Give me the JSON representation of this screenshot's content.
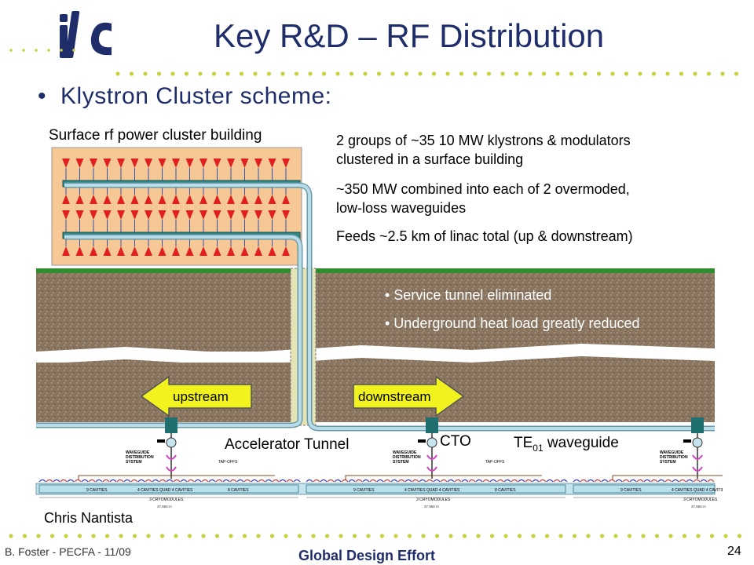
{
  "slide": {
    "title": "Key R&D – RF Distribution",
    "bullet": "Klystron Cluster scheme:",
    "bullet_marker": "•",
    "logo_text": "ilc"
  },
  "diagram": {
    "building_label": "Surface rf power cluster building",
    "notes": [
      "2 groups of ~35 10 MW klystrons & modulators",
      "clustered in a surface building",
      "~350 MW combined into each of 2 overmoded,",
      "low-loss waveguides",
      "Feeds ~2.5 km of linac total (up & downstream)"
    ],
    "ground_notes": [
      "• Service tunnel eliminated",
      "• Underground heat load greatly reduced"
    ],
    "upstream_label": "upstream",
    "downstream_label": "downstream",
    "tunnel_label": "Accelerator Tunnel",
    "cto_label": "CTO",
    "te_label": "TE",
    "te_sub": "01",
    "te_suffix": " waveguide",
    "credit": "Chris Nantista",
    "wds_label_1": "WAVEGUIDE",
    "wds_label_2": "DISTRIBUTION",
    "wds_label_3": "SYSTEM",
    "tapoffs_label": "TAP-OFFS",
    "cav_9": "9 CAVITIES",
    "cav_quad": "4 CAVITIES  QUAD  4 CAVITIES",
    "cav_8": "8 CAVITIES",
    "cryo_label": "3 CRYOMODULES",
    "length_label": "37.956 m"
  },
  "footer": {
    "left": "B. Foster - PECFA - 11/09",
    "center": "Global Design Effort",
    "page": "24"
  },
  "colors": {
    "title": "#1f2d6b",
    "ground": "#8a7560",
    "grass": "#2e8b2e",
    "building": "#f5c896",
    "arrow": "#f2f21e",
    "waveguide": "#9cc8d8",
    "dots": "#c8d23c"
  }
}
